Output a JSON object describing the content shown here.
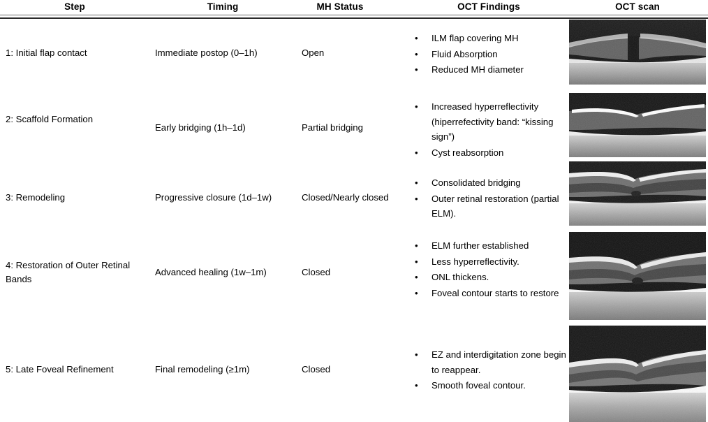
{
  "table": {
    "columns": [
      {
        "id": "step",
        "label": "Step"
      },
      {
        "id": "timing",
        "label": "Timing"
      },
      {
        "id": "status",
        "label": "MH Status"
      },
      {
        "id": "findings",
        "label": "OCT Findings"
      },
      {
        "id": "scan",
        "label": "OCT scan"
      }
    ],
    "bullet_glyph": "•",
    "rows": [
      {
        "step": "1: Initial flap contact",
        "timing": "Immediate postop (0–1h)",
        "status": "Open",
        "findings": [
          "ILM flap covering MH",
          "Fluid Absorption",
          "Reduced MH diameter"
        ],
        "scan_alt": "oct-b-scan-open-macular-hole-with-ilm-flap"
      },
      {
        "step": "2: Scaffold Formation",
        "timing": "Early bridging (1h–1d)",
        "status": "Partial bridging",
        "findings": [
          "Increased hyperreflectivity (hiperrefectivity band: “kissing sign”)",
          "Cyst reabsorption"
        ],
        "scan_alt": "oct-b-scan-partial-bridging-kissing-sign"
      },
      {
        "step": "3: Remodeling",
        "timing": "Progressive closure (1d–1w)",
        "status": "Closed/Nearly closed",
        "findings": [
          "Consolidated bridging",
          "Outer retinal restoration (partial ELM)."
        ],
        "scan_alt": "oct-b-scan-consolidated-bridging-closure"
      },
      {
        "step": "4: Restoration of Outer Retinal Bands",
        "timing": "Advanced healing (1w–1m)",
        "status": "Closed",
        "findings": [
          "ELM further established",
          "Less hyperreflectivity.",
          "ONL thickens.",
          "Foveal contour starts to restore"
        ],
        "scan_alt": "oct-b-scan-outer-retinal-band-restoration"
      },
      {
        "step": "5: Late Foveal Refinement",
        "timing": "Final remodeling (≥1m)",
        "status": "Closed",
        "findings": [
          "EZ and interdigitation zone begin to reappear.",
          "Smooth foveal contour."
        ],
        "scan_alt": "oct-b-scan-smooth-foveal-contour-restored"
      }
    ]
  },
  "style": {
    "rule_thin_color": "#6a6a6a",
    "rule_thick_color": "#2b2b2b",
    "text_color": "#000000",
    "background": "#ffffff"
  }
}
